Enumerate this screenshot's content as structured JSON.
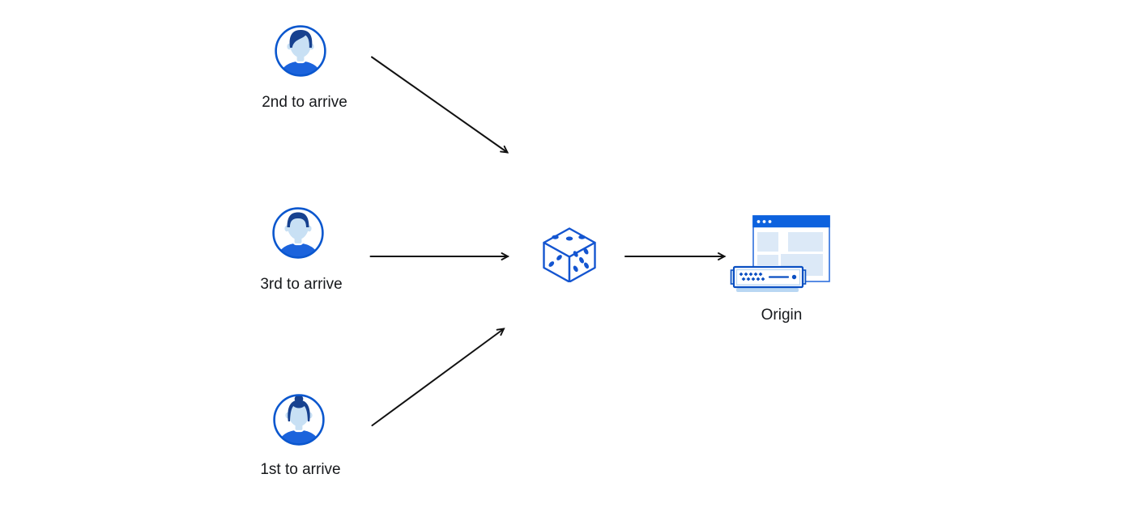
{
  "colors": {
    "background": "#ffffff",
    "ring-blue": "#0b57ce",
    "hair-navy": "#17418f",
    "face-light": "#c8e0f4",
    "shirt-blue": "#1b63dc",
    "dice-blue": "#1455d0",
    "browser-bar-blue": "#0d62de",
    "browser-border-blue": "#2e6fdd",
    "panel-light-blue": "#dce9f7",
    "server-border-blue": "#0a4fc2",
    "server-tab-blue": "#cfe4f7",
    "server-shadow-blue": "#b9d7f3",
    "arrow-black": "#111111",
    "label-color": "#17191c"
  },
  "diagram": {
    "clients": [
      {
        "label": "2nd to arrive",
        "avatar": "male-user-swoop-hair"
      },
      {
        "label": "3rd to arrive",
        "avatar": "male-user-short-hair"
      },
      {
        "label": "1st to arrive",
        "avatar": "female-user-bun-hair"
      }
    ],
    "randomizer": {
      "icon": "dice"
    },
    "origin": {
      "label": "Origin",
      "icon": "browser-and-server"
    }
  }
}
